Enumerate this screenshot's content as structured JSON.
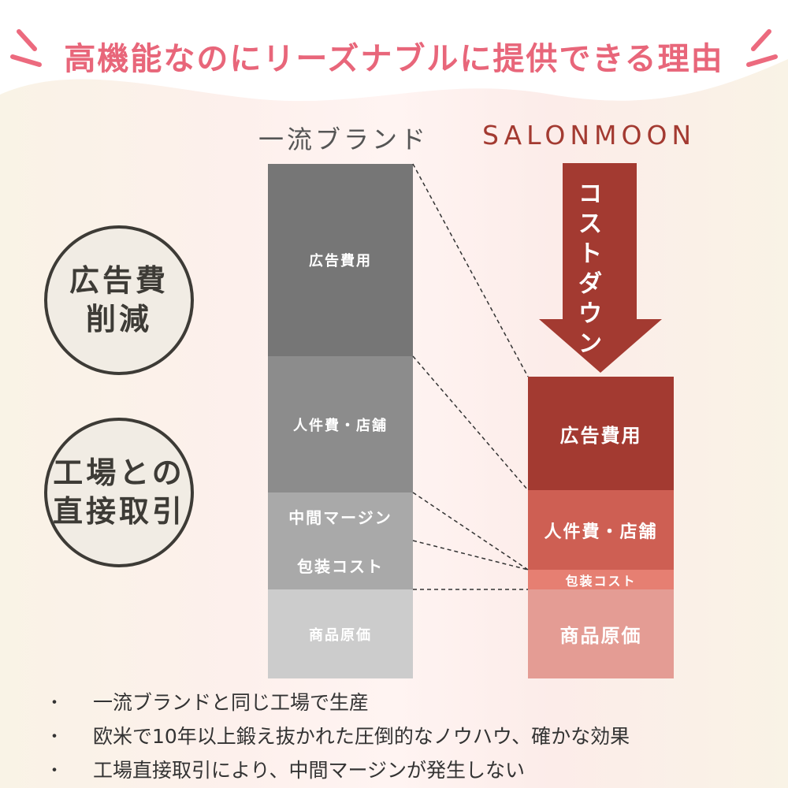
{
  "title": "高機能なのにリーズナブルに提供できる理由",
  "colors": {
    "title": "#e8667a",
    "left_dark": "#767676",
    "left_mid": "#8c8c8c",
    "left_light": "#a9a9a9",
    "left_lightest": "#cccccc",
    "right_dark": "#a33a31",
    "right_mid": "#ce5f53",
    "right_light": "#e67f72",
    "right_lightest": "#e49c94",
    "circle_border": "#3d3b36"
  },
  "left_column": {
    "label": "一流ブランド",
    "segments": [
      {
        "label": "広告費用"
      },
      {
        "label": "人件費・店舗"
      },
      {
        "label": "中間マージン"
      },
      {
        "label": "包装コスト"
      },
      {
        "label": "商品原価"
      }
    ]
  },
  "right_column": {
    "label": "SALONMOON",
    "arrow_text": "コストダウン",
    "segments": [
      {
        "label": "広告費用"
      },
      {
        "label": "人件費・店舗"
      },
      {
        "label": "包装コスト"
      },
      {
        "label": "商品原価"
      }
    ]
  },
  "circles": [
    {
      "line1": "広告費",
      "line2": "削減"
    },
    {
      "line1": "工場との",
      "line2": "直接取引"
    }
  ],
  "bullets": [
    {
      "marker": "・",
      "text": "一流ブランドと同じ工場で生産"
    },
    {
      "marker": "・",
      "text": "欧米で10年以上鍛え抜かれた圧倒的なノウハウ、確かな効果"
    },
    {
      "marker": "・",
      "text": "工場直接取引により、中間マージンが発生しない"
    }
  ]
}
